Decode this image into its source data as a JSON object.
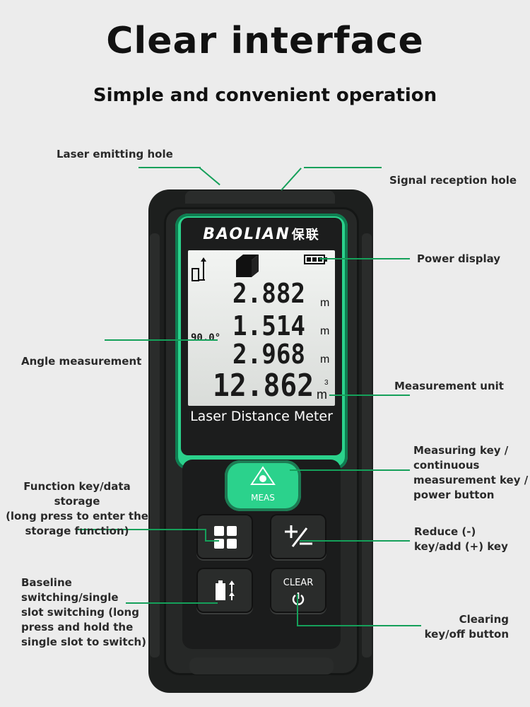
{
  "header": {
    "title": "Clear interface",
    "subtitle": "Simple and convenient operation"
  },
  "device": {
    "brand": "BAOLIAN",
    "brand_cn": "保联",
    "product_name": "Laser Distance Meter",
    "display": {
      "angle": "90.0°",
      "rows": [
        {
          "value": "2.882",
          "unit": "m"
        },
        {
          "value": "1.514",
          "unit": "m"
        },
        {
          "value": "2.968",
          "unit": "m"
        }
      ],
      "total": {
        "value": "12.862",
        "unit": "m",
        "exponent": "3"
      }
    },
    "keys": {
      "meas_label": "MEAS",
      "clear_label": "CLEAR"
    }
  },
  "callouts": {
    "laser_hole": "Laser emitting hole",
    "signal_hole": "Signal reception hole",
    "power_display": "Power display",
    "angle": "Angle measurement",
    "unit": "Measurement unit",
    "measuring_key": [
      "Measuring key /",
      "continuous",
      "measurement key /",
      "power button"
    ],
    "function_key": [
      "Function key/data storage",
      "(long press to enter the",
      "storage function)"
    ],
    "reduce_key": [
      "Reduce (-)",
      "key/add (+) key"
    ],
    "baseline": [
      "Baseline",
      "switching/single",
      "slot switching (long",
      "press and hold the",
      "single slot to switch)"
    ],
    "clearing": [
      "Clearing",
      "key/off button"
    ]
  },
  "colors": {
    "accent": "#2bd28c",
    "line": "#15a05a",
    "body": "#1d1f1e"
  }
}
